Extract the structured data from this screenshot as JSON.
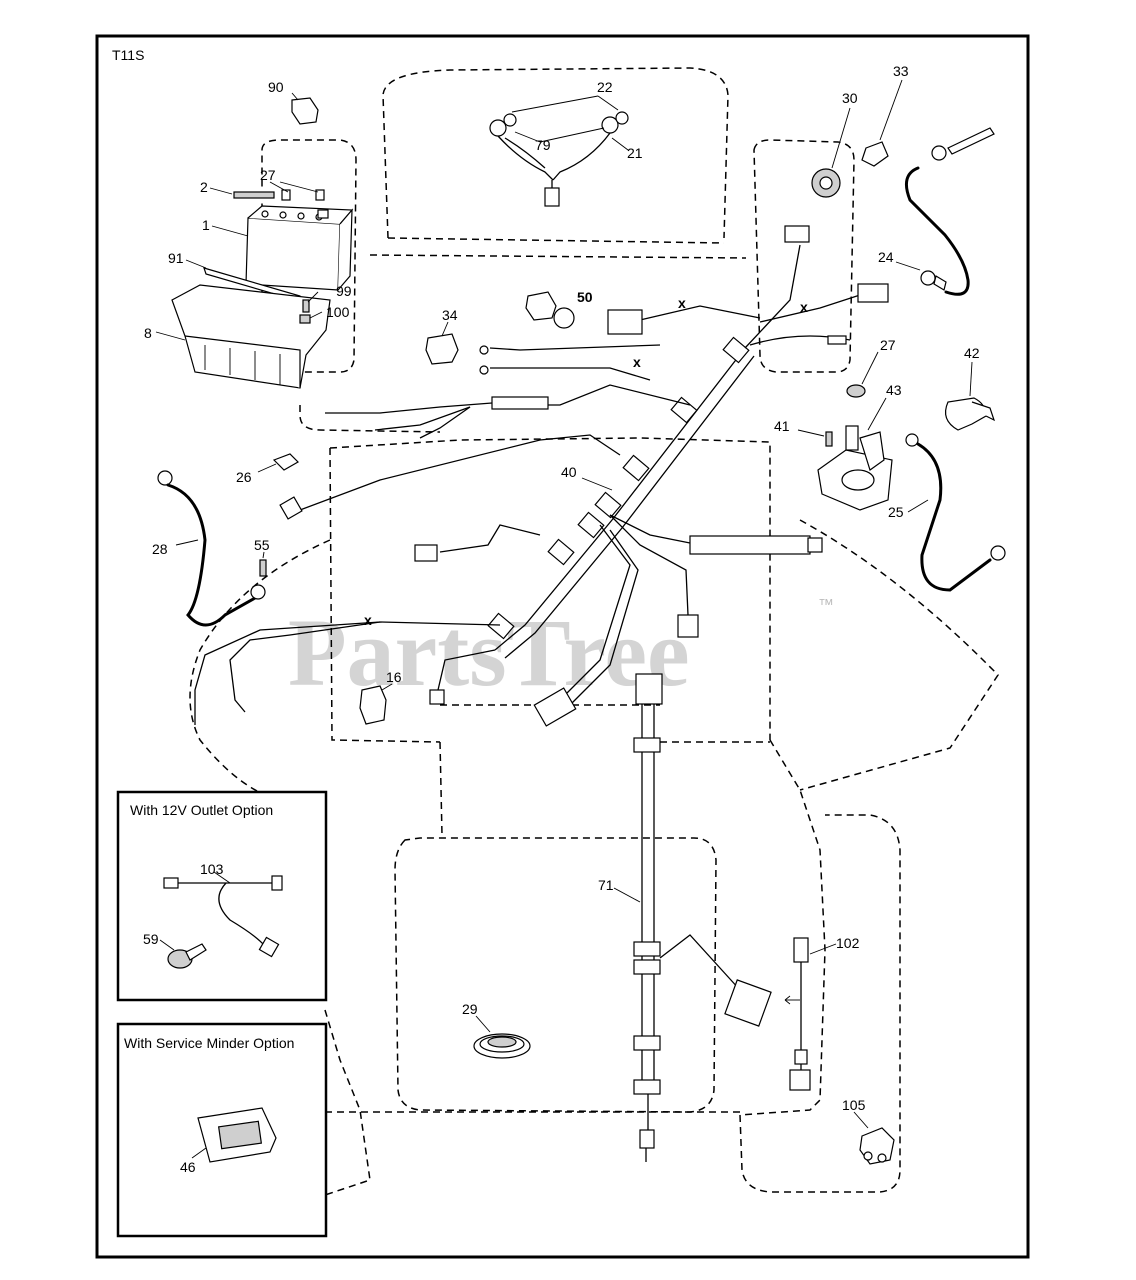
{
  "diagram": {
    "code": "T11S",
    "watermark": "PartsTree",
    "trademark": "™"
  },
  "insets": {
    "outlet": {
      "title": "With 12V Outlet Option",
      "labels": [
        "103",
        "59"
      ]
    },
    "minder": {
      "title": "With Service Minder Option",
      "labels": [
        "46"
      ]
    }
  },
  "parts": {
    "p90": "90",
    "p22": "22",
    "p79": "79",
    "p21": "21",
    "p30": "30",
    "p33": "33",
    "p2": "2",
    "p27a": "27",
    "p1": "1",
    "p91": "91",
    "p99": "99",
    "p100": "100",
    "p8": "8",
    "p50": "50",
    "p34": "34",
    "p24": "24",
    "p27b": "27",
    "p42": "42",
    "p43": "43",
    "p41": "41",
    "p26": "26",
    "p40": "40",
    "p25": "25",
    "p28": "28",
    "p55": "55",
    "p16": "16",
    "p71": "71",
    "p102": "102",
    "p29": "29",
    "p105": "105"
  }
}
